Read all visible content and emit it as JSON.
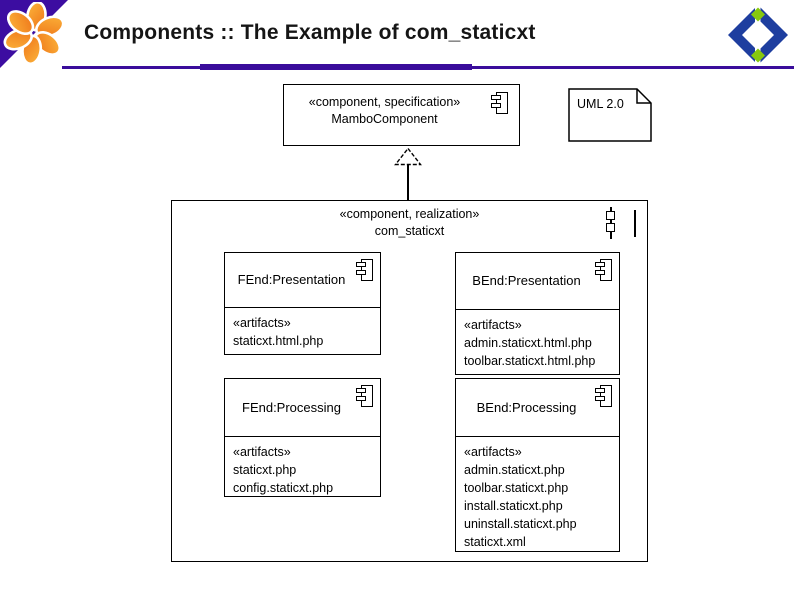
{
  "slide": {
    "title": "Components :: The Example of com_staticxt"
  },
  "colors": {
    "accent_purple": "#3a0d9b",
    "flower_orange": "#ee7623",
    "logo_blue": "#1e3e9f",
    "logo_green": "#86c80e",
    "line_black": "#000000"
  },
  "icons": {
    "flower_logo": "flower-logo",
    "org_logo": "diamond-org-logo",
    "component_icon": "uml-component-icon",
    "note_icon": "uml-note"
  },
  "note": {
    "text": "UML 2.0"
  },
  "diagram": {
    "specification": {
      "stereotype": "«component, specification»",
      "name": "MamboComponent"
    },
    "realization": {
      "stereotype": "«component, realization»",
      "name": "com_staticxt"
    },
    "parts": [
      {
        "name": "FEnd:Presentation",
        "artifacts_label": "«artifacts»",
        "artifacts": [
          "staticxt.html.php"
        ]
      },
      {
        "name": "BEnd:Presentation",
        "artifacts_label": "«artifacts»",
        "artifacts": [
          "admin.staticxt.html.php",
          "toolbar.staticxt.html.php"
        ]
      },
      {
        "name": "FEnd:Processing",
        "artifacts_label": "«artifacts»",
        "artifacts": [
          "staticxt.php",
          "config.staticxt.php"
        ]
      },
      {
        "name": "BEnd:Processing",
        "artifacts_label": "«artifacts»",
        "artifacts": [
          "admin.staticxt.php",
          "toolbar.staticxt.php",
          "install.staticxt.php",
          "uninstall.staticxt.php",
          "staticxt.xml"
        ]
      }
    ]
  }
}
